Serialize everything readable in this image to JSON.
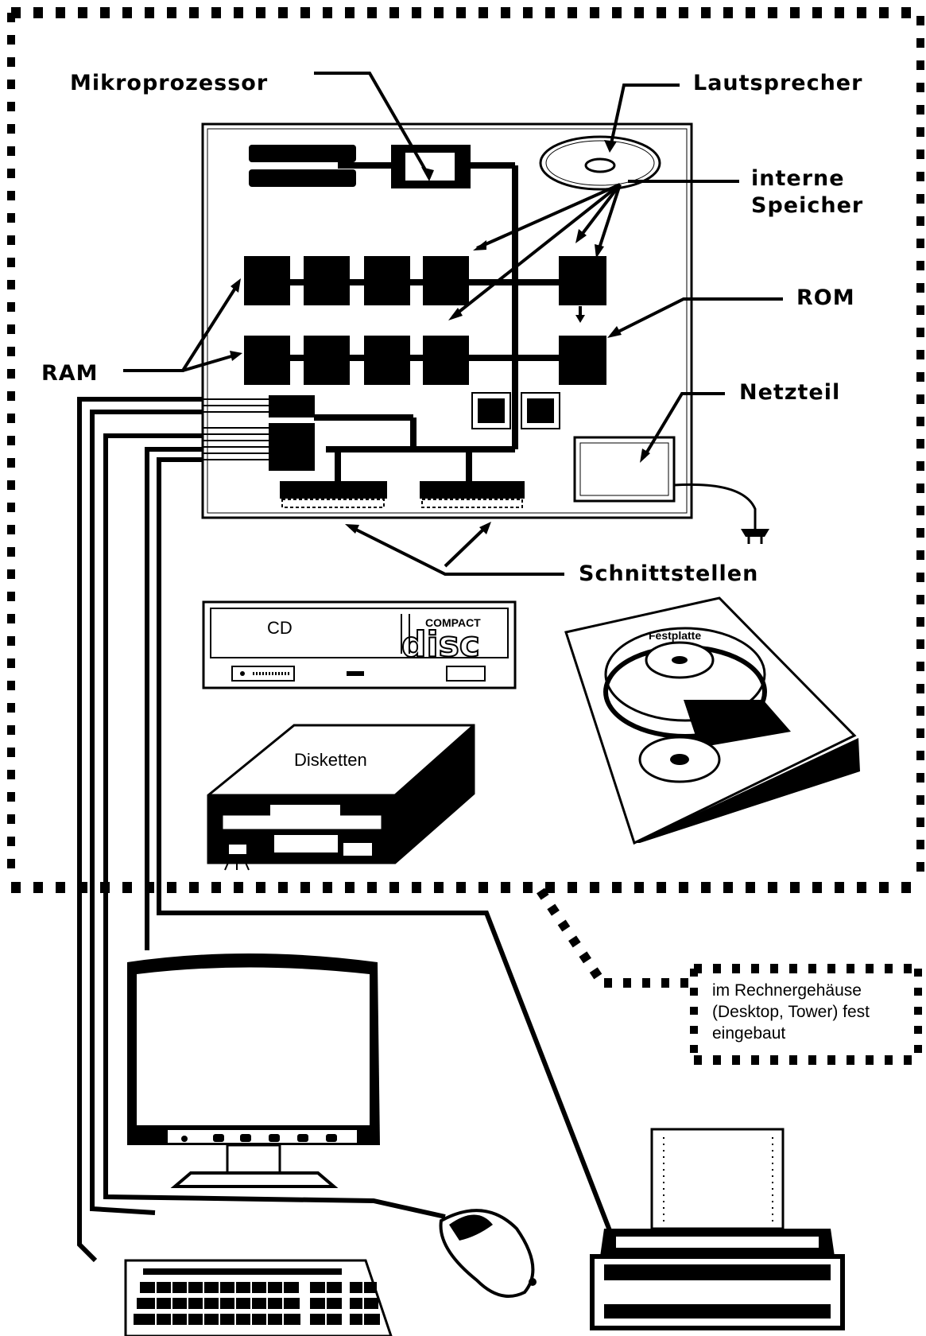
{
  "labels": {
    "microprocessor": "Mikroprozessor",
    "speaker": "Lautsprecher",
    "internal_memory_1": "interne",
    "internal_memory_2": "Speicher",
    "rom": "ROM",
    "ram": "RAM",
    "power_supply": "Netzteil",
    "interfaces": "Schnittstellen",
    "cd": "CD",
    "cd_logo_top": "COMPACT",
    "cd_logo_main": "disc",
    "hard_disk": "Festplatte",
    "floppy": "Disketten"
  },
  "note": {
    "line1": "im Rechnergehäuse",
    "line2": "(Desktop, Tower) fest",
    "line3": "eingebaut"
  }
}
